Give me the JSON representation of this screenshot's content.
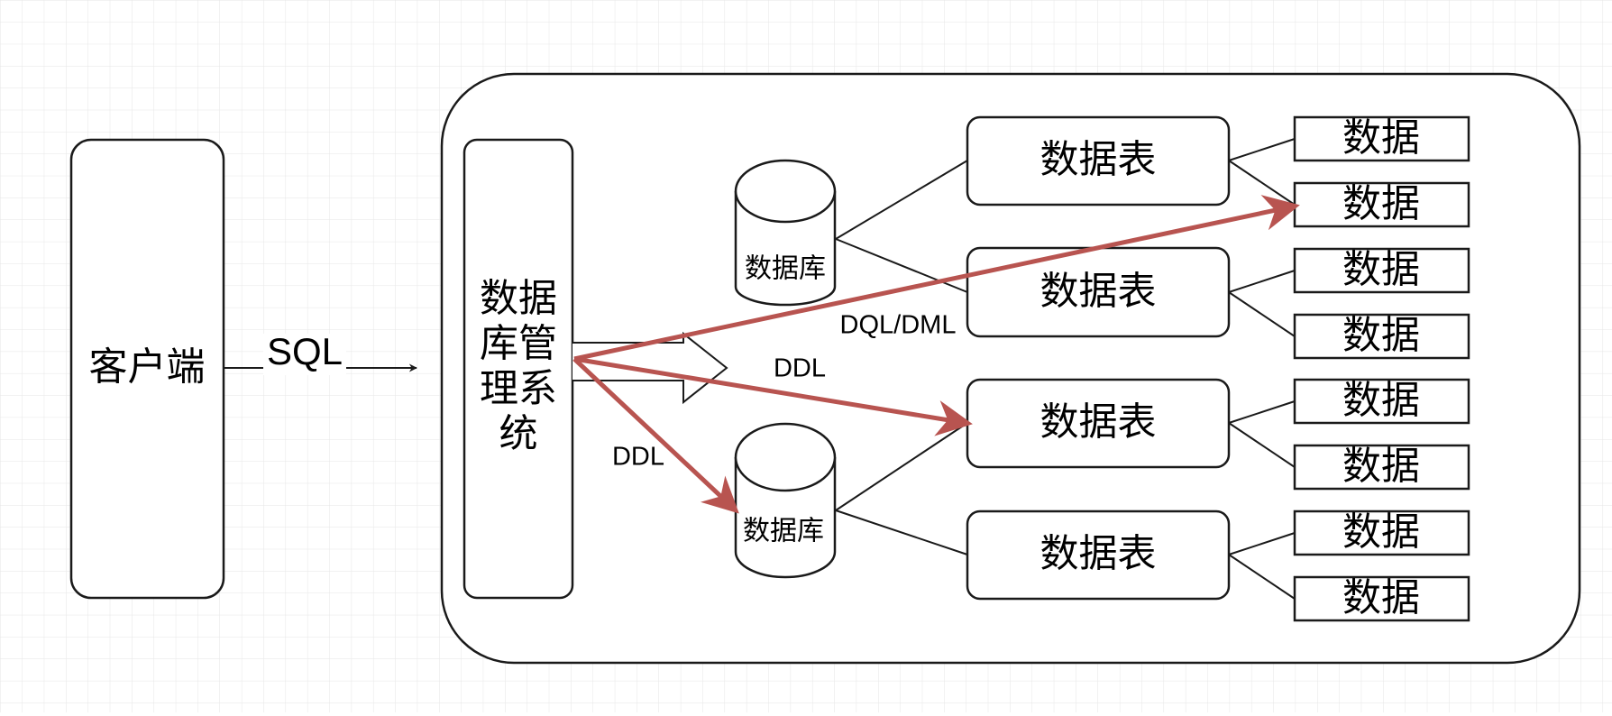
{
  "colors": {
    "background": "#ffffff",
    "grid": "#e6e6e6",
    "stroke": "#1a1a1a",
    "highlight_arrow": "#b85450"
  },
  "nodes": {
    "client": "客户端",
    "dbms_lines": [
      "数据",
      "库管",
      "理系",
      "统"
    ],
    "database_1": "数据库",
    "database_2": "数据库",
    "tables": [
      "数据表",
      "数据表",
      "数据表",
      "数据表"
    ],
    "data_items": [
      "数据",
      "数据",
      "数据",
      "数据",
      "数据",
      "数据",
      "数据",
      "数据"
    ]
  },
  "edges": {
    "sql_label": "SQL",
    "dql_dml_label": "DQL/DML",
    "ddl_table_label": "DDL",
    "ddl_db_label": "DDL"
  }
}
